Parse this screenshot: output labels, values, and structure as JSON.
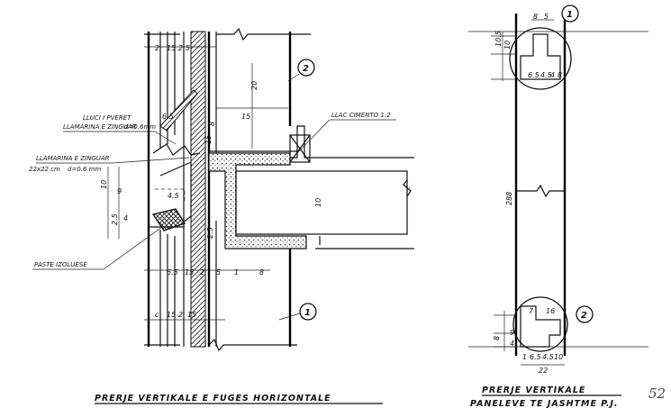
{
  "labels": {
    "flashing": "LLUCI I PVERET",
    "flashing_material": "LLAMARINA E ZINGUAR",
    "flashing_thickness": "d=0.6mm",
    "sheet": "LLAMARINA E ZINGUAR",
    "sheet_size": "22x22 cm",
    "sheet_thickness": "d=0.6 mm",
    "cement": "LLAC CIMENTO 1:2",
    "paste": "PASTE IZOLUESE"
  },
  "tags": {
    "left_tag_top": "2",
    "left_tag_bottom": "1",
    "right_tag_top": "1",
    "right_tag_bottom": "2"
  },
  "dims_left": {
    "top_row": [
      "2",
      "15",
      "2",
      "5"
    ],
    "vert_20": "20",
    "vert_15": "15",
    "vert_8": "8",
    "h_15": "15",
    "flash_65": "6.5",
    "v_10": "10",
    "v_9": "9",
    "v_25": "2.5",
    "v_4": "4",
    "v_45": "4.5",
    "v_10b": "10",
    "v_25b": "2.5",
    "bot_row": [
      "6.5",
      "15",
      "2",
      "5",
      "1",
      "8"
    ],
    "base_row": [
      "c",
      "15",
      "2",
      "15"
    ]
  },
  "dims_right": {
    "top_8": "8",
    "top_5": "5",
    "left_105": "10.5",
    "left_10": "10",
    "mid_row": [
      "6.5",
      "4.5",
      "4",
      "8"
    ],
    "height": "288",
    "bot_7": "7",
    "bot_16": "16",
    "bot_left": [
      "8",
      "9",
      "4"
    ],
    "bot_row": [
      "1",
      "6.5",
      "4.5",
      "10"
    ],
    "width": "22"
  },
  "titles": {
    "left": "PRERJE  VERTIKALE  E  FUGES  HORIZONTALE",
    "right_1": "PRERJE  VERTIKALE",
    "right_2": "PANELEVE  TE  JASHTME  P.J."
  },
  "sheet_no": "52"
}
